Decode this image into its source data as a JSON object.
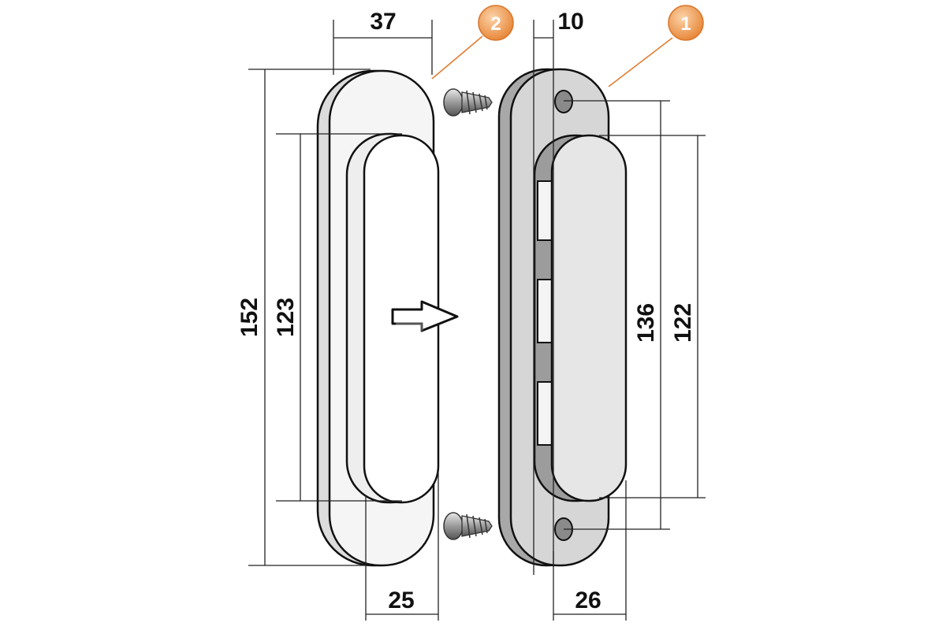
{
  "dimensions": {
    "width_37": "37",
    "offset_10": "10",
    "height_152": "152",
    "height_123": "123",
    "height_136": "136",
    "height_122": "122",
    "width_25": "25",
    "width_26": "26"
  },
  "callouts": {
    "part_2": "2",
    "part_1": "1"
  },
  "colors": {
    "callout_fill": "#f0a05a",
    "callout_stroke": "#d9772c",
    "leader_line": "#e07b2e",
    "body_gray": "#bdbdbd",
    "face_light": "#f2f2f2",
    "dark_gray": "#8f8f8f"
  },
  "icons": {
    "screw": "screw-icon",
    "arrow": "arrow-right-icon"
  }
}
